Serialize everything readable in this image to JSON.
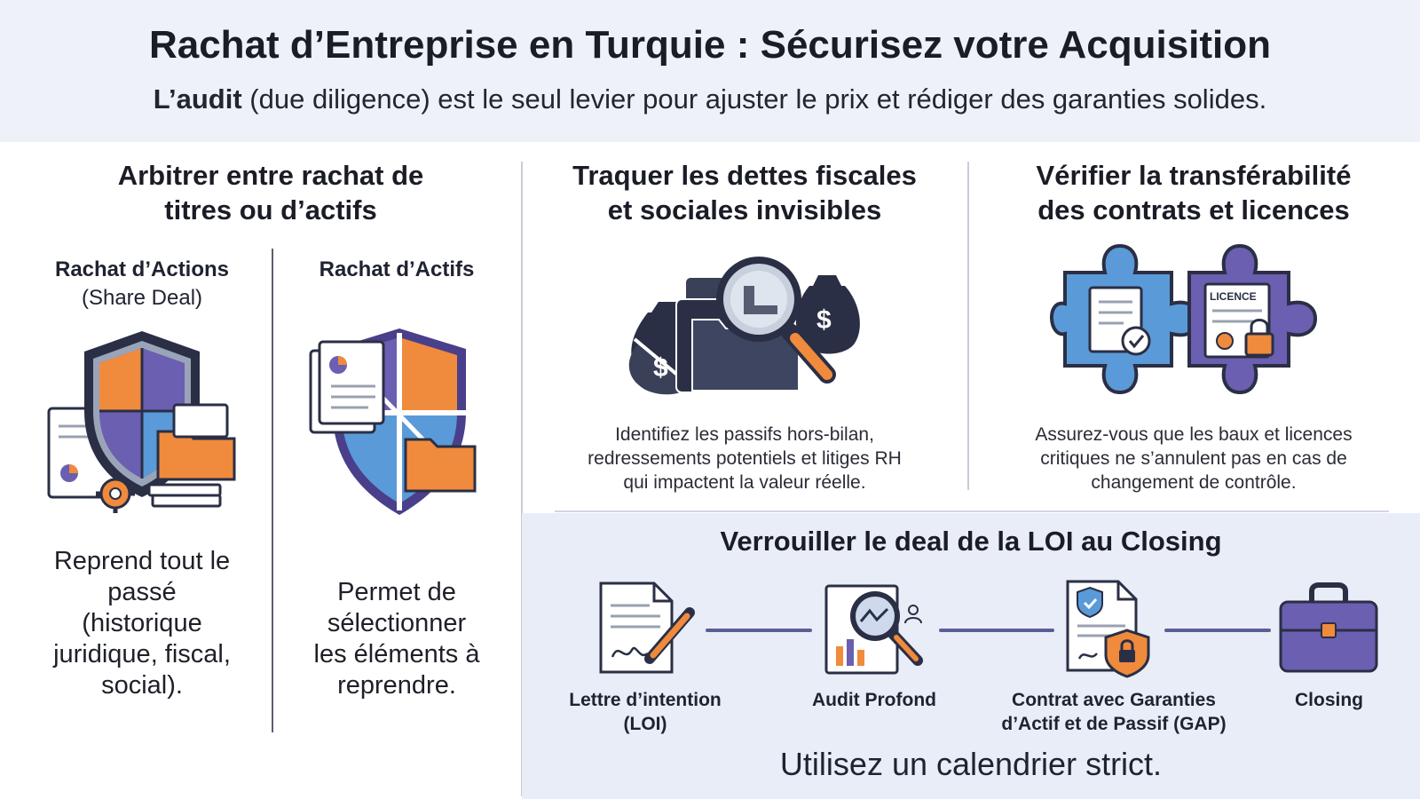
{
  "header": {
    "title": "Rachat d’Entreprise en Turquie : Sécurisez votre Acquisition",
    "subtitle_bold": "L’audit",
    "subtitle_rest": " (due diligence) est le seul levier pour ajuster le prix et rédiger des garanties solides."
  },
  "section1": {
    "title_line1": "Arbitrer entre rachat de",
    "title_line2": "titres ou d’actifs",
    "share_deal": {
      "heading": "Rachat d’Actions",
      "subheading": "(Share Deal)",
      "desc_lines": [
        "Reprend tout le",
        "passé",
        "(historique",
        "juridique, fiscal,",
        "social)."
      ]
    },
    "asset_deal": {
      "heading": "Rachat d’Actifs",
      "desc_lines": [
        "Permet de",
        "sélectionner",
        "les éléments à",
        "reprendre."
      ]
    }
  },
  "section2": {
    "title_line1": "Traquer les dettes fiscales",
    "title_line2": "et sociales invisibles",
    "desc_lines": [
      "Identifiez les passifs hors-bilan,",
      "redressements potentiels et litiges RH",
      "qui impactent la valeur réelle."
    ],
    "icon_symbol": "$"
  },
  "section3": {
    "title_line1": "Vérifier la transférabilité",
    "title_line2": "des contrats et licences",
    "desc_lines": [
      "Assurez-vous que les baux et licences",
      "critiques ne s’annulent pas en cas de",
      "changement de contrôle."
    ],
    "licence_label": "LICENCE"
  },
  "timeline": {
    "title": "Verrouiller le deal de la LOI au Closing",
    "steps": [
      {
        "label_line1": "Lettre d’intention",
        "label_line2": "(LOI)",
        "icon": "signed-document-icon"
      },
      {
        "label_line1": "Audit Profond",
        "label_line2": "",
        "icon": "audit-magnifier-icon"
      },
      {
        "label_line1": "Contrat avec Garanties",
        "label_line2": "d’Actif et de Passif (GAP)",
        "icon": "contract-lock-icon"
      },
      {
        "label_line1": "Closing",
        "label_line2": "",
        "icon": "briefcase-icon"
      }
    ],
    "footnote": "Utilisez un calendrier strict."
  },
  "colors": {
    "header_bg": "#eef1f8",
    "panel_bg": "#e9edf8",
    "purple": "#6a5fb0",
    "orange": "#f08a3c",
    "blue": "#5a9ad8",
    "dark_navy": "#2a2f45",
    "connector": "#5a5f95"
  }
}
